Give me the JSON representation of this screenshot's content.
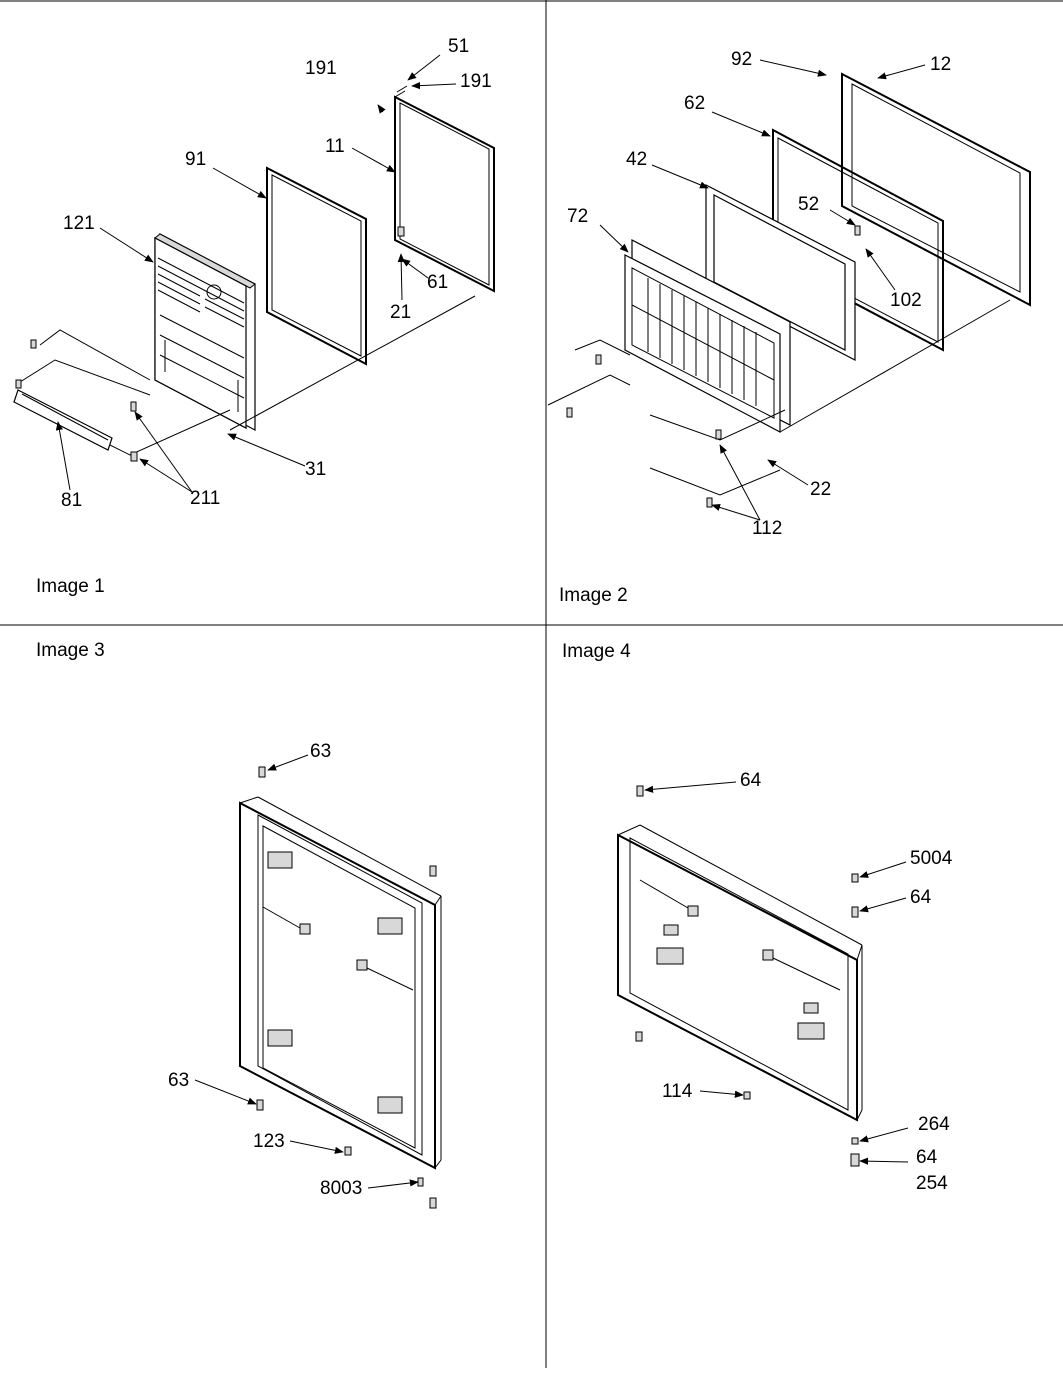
{
  "panels": [
    {
      "caption": "Image 1",
      "labels": [
        "191",
        "51",
        "191",
        "11",
        "91",
        "121",
        "61",
        "21",
        "31",
        "81",
        "211"
      ]
    },
    {
      "caption": "Image 2",
      "labels": [
        "92",
        "12",
        "62",
        "42",
        "52",
        "72",
        "102",
        "22",
        "112"
      ]
    },
    {
      "caption": "Image 3",
      "labels": [
        "63",
        "63",
        "123",
        "8003"
      ]
    },
    {
      "caption": "Image 4",
      "labels": [
        "64",
        "5004",
        "64",
        "114",
        "264",
        "64",
        "254"
      ]
    }
  ]
}
